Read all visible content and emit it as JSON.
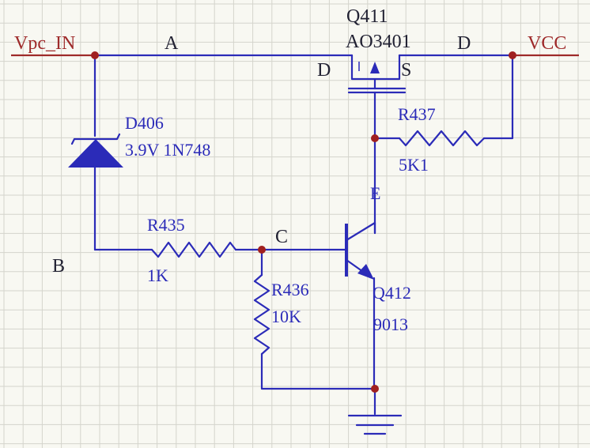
{
  "nets": {
    "input": "Vpc_IN",
    "output": "VCC",
    "node_a": "A",
    "node_b": "B",
    "node_c": "C",
    "node_d": "D",
    "node_e": "E"
  },
  "components": {
    "q411": {
      "ref": "Q411",
      "value": "AO3401",
      "drain": "D",
      "source": "S"
    },
    "d406": {
      "ref": "D406",
      "value": "3.9V 1N748"
    },
    "r437": {
      "ref": "R437",
      "value": "5K1"
    },
    "r435": {
      "ref": "R435",
      "value": "1K"
    },
    "r436": {
      "ref": "R436",
      "value": "10K"
    },
    "q412": {
      "ref": "Q412",
      "value": "9013"
    }
  },
  "colors": {
    "background": "#f8f8f2",
    "grid": "#d4d4cc",
    "wire": "#2b2bb8",
    "net_label": "#9e2a2a",
    "junction": "#a02020",
    "text": "#222233"
  }
}
